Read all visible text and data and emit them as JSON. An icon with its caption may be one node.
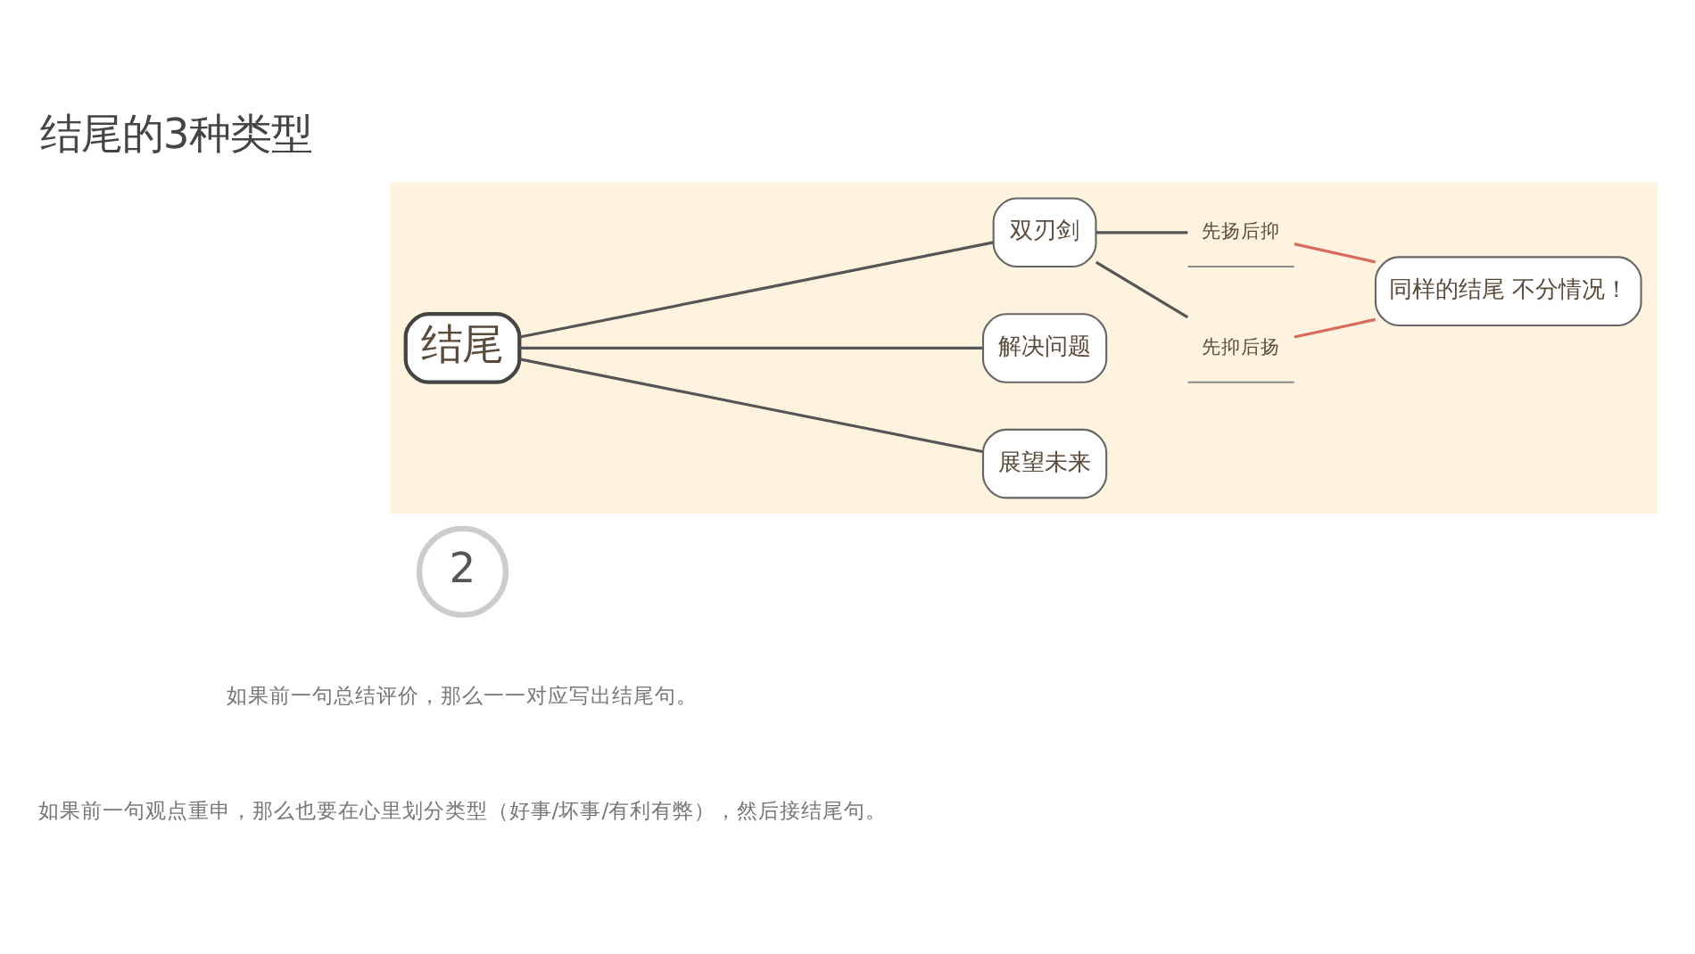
{
  "diagram": {
    "title": "结尾的3种类型",
    "nodes": [
      {
        "text": [
          "2"
        ]
      },
      {
        "text": [],
        "shape": "box"
      },
      {
        "text": [
          "结尾"
        ],
        "in": 1
      },
      {
        "text": [
          "展望未来"
        ],
        "in": 1
      },
      {
        "text": [
          "解决问题"
        ],
        "in": 1
      },
      {
        "text": [
          "双刃剑"
        ],
        "in": 1
      },
      {
        "text": [
          "先抑后扬"
        ],
        "in": 1
      },
      {
        "text": [
          "先扬后抑"
        ],
        "in": 1
      },
      {
        "text": [
          "同样的结尾 不分情况！"
        ],
        "in": 1
      }
    ],
    "edges": [
      {
        "from": 2,
        "to": 3,
        "arrow": "none"
      },
      {
        "from": 2,
        "to": 4,
        "arrow": "none"
      },
      {
        "from": 2,
        "to": 5,
        "arrow": "none"
      },
      {
        "from": 5,
        "to": 6,
        "arrow": "none"
      },
      {
        "from": 5,
        "to": 7,
        "arrow": "none"
      },
      {
        "from": 6,
        "to": 8,
        "arrow": "none",
        "color": "#d9695a"
      },
      {
        "from": 7,
        "to": 8,
        "arrow": "none",
        "color": "#d9695a"
      }
    ],
    "labels": [
      "如果前一句总结评价，那么一一对应写出结尾句。",
      "如果前一句观点重申，那么也要在心里划分类型（好事/坏事/有利有弊），然后接结尾句。"
    ]
  }
}
